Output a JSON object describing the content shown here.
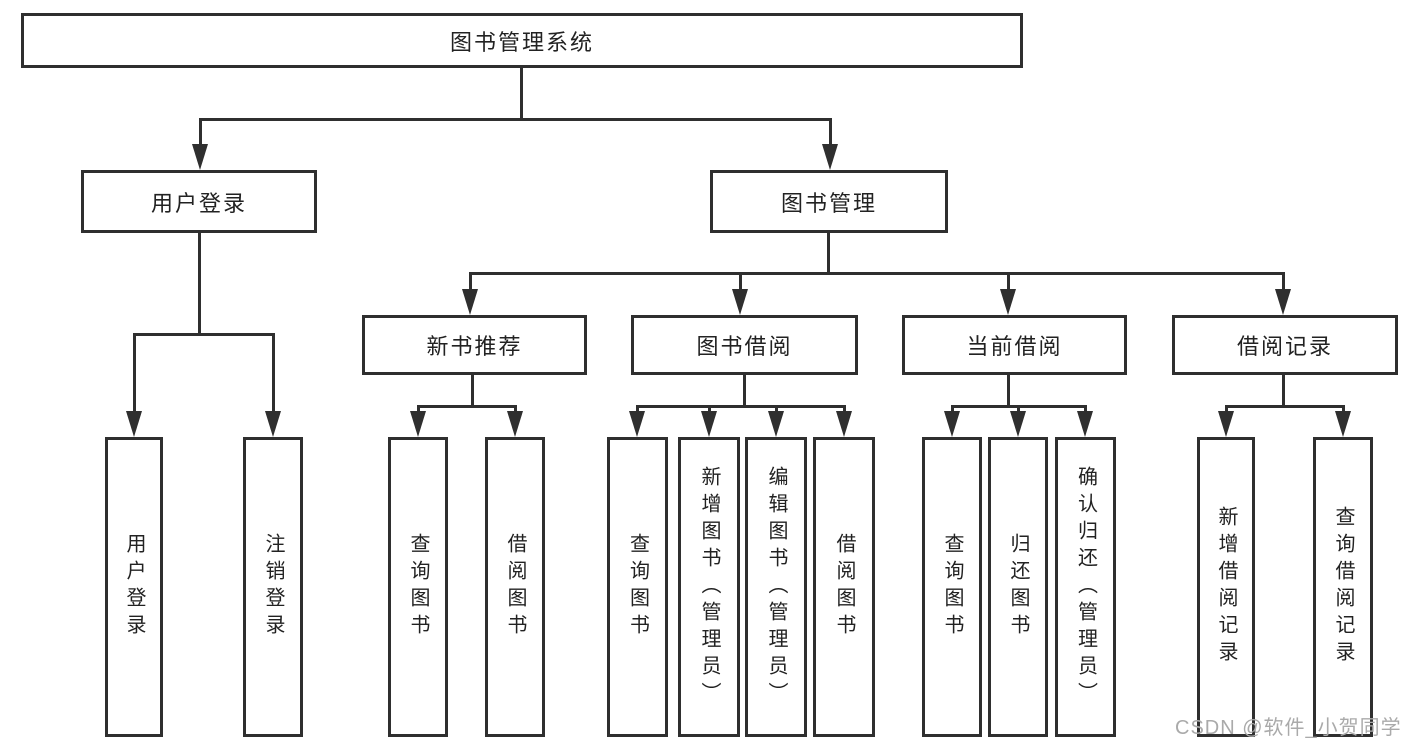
{
  "diagram": {
    "type": "tree",
    "title": "图书管理系统",
    "nodes": {
      "root": {
        "label": "图书管理系统"
      },
      "user_login": {
        "label": "用户登录",
        "parent": "root"
      },
      "book_mgmt": {
        "label": "图书管理",
        "parent": "root"
      },
      "leaf_user_login": {
        "label": "用户登录",
        "parent": "user_login"
      },
      "leaf_logout": {
        "label": "注销登录",
        "parent": "user_login"
      },
      "new_book_rec": {
        "label": "新书推荐",
        "parent": "book_mgmt"
      },
      "book_borrow": {
        "label": "图书借阅",
        "parent": "book_mgmt"
      },
      "current_borrow": {
        "label": "当前借阅",
        "parent": "book_mgmt"
      },
      "borrow_records": {
        "label": "借阅记录",
        "parent": "book_mgmt"
      },
      "leaf_query_book_1": {
        "label": "查询图书",
        "parent": "new_book_rec"
      },
      "leaf_borrow_book_1": {
        "label": "借阅图书",
        "parent": "new_book_rec"
      },
      "leaf_query_book_2": {
        "label": "查询图书",
        "parent": "book_borrow"
      },
      "leaf_add_book": {
        "label": "新增图书（管理员）",
        "parent": "book_borrow"
      },
      "leaf_edit_book": {
        "label": "编辑图书（管理员）",
        "parent": "book_borrow"
      },
      "leaf_borrow_book_2": {
        "label": "借阅图书",
        "parent": "book_borrow"
      },
      "leaf_query_book_3": {
        "label": "查询图书",
        "parent": "current_borrow"
      },
      "leaf_return_book": {
        "label": "归还图书",
        "parent": "current_borrow"
      },
      "leaf_confirm_return": {
        "label": "确认归还（管理员）",
        "parent": "current_borrow"
      },
      "leaf_add_record": {
        "label": "新增借阅记录",
        "parent": "borrow_records"
      },
      "leaf_query_record": {
        "label": "查询借阅记录",
        "parent": "borrow_records"
      }
    },
    "watermark": "CSDN @软件_小贺同学",
    "colors": {
      "line": "#2f2f2f",
      "text": "#222222",
      "watermark": "#aaaaaa",
      "node_background": "#ffffff",
      "page_background": "#ffffff"
    }
  }
}
